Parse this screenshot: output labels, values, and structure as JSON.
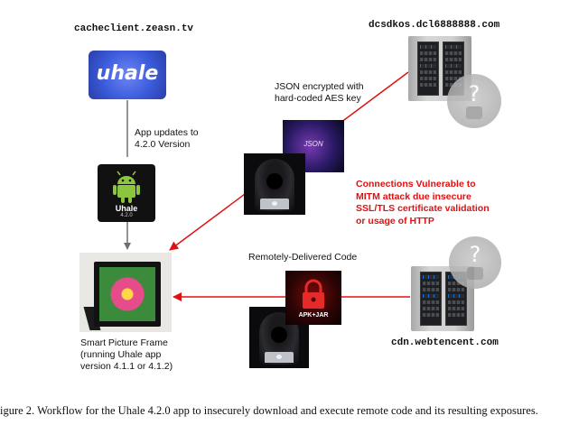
{
  "nodes": {
    "cache_host": "cacheclient.zeasn.tv",
    "uhale_logo_text": "uhale",
    "update_label": "App updates to\n4.2.0 Version",
    "app_name": "Uhale",
    "app_version": "4.2.0",
    "dcsdkos_host": "dcsdkos.dcl6888888.com",
    "json_label": "JSON encrypted with\nhard-coded AES key",
    "json_tile_text": "JSON",
    "warning": "Connections Vulnerable to\nMITM attack due insecure\nSSL/TLS certificate validation\nor usage of HTTP",
    "remote_label": "Remotely-Delivered Code",
    "apk_tile_text": "APK+JAR",
    "cdn_host": "cdn.webtencent.com",
    "frame_label": "Smart Picture Frame\n(running Uhale app\nversion 4.1.1 or 4.1.2)",
    "unknown_glyph": "?"
  },
  "caption": "igure 2. Workflow for the Uhale 4.2.0 app to insecurely download and execute remote code and its resulting exposures.",
  "colors": {
    "arrow_gray": "#707070",
    "arrow_red": "#e01010",
    "warning_text": "#e01010",
    "uhale_blue": "#3b5bdb",
    "android_green": "#8cc63f"
  }
}
